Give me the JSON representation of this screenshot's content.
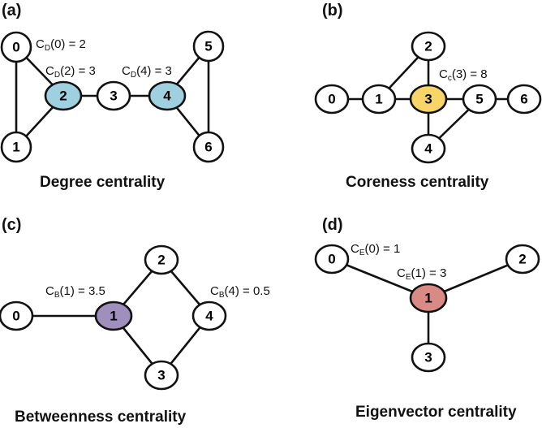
{
  "colors": {
    "degree": "#9fd0e0",
    "coreness": "#f7d568",
    "betweenness": "#9f8fbd",
    "eigenvector": "#d98a84"
  },
  "panels": {
    "a": {
      "label": "(a)",
      "title": "Degree centrality",
      "nodes": [
        "0",
        "1",
        "2",
        "3",
        "4",
        "5",
        "6"
      ],
      "annotations": [
        {
          "sym": "C",
          "sub": "D",
          "arg": "(0) = 2"
        },
        {
          "sym": "C",
          "sub": "D",
          "arg": "(2) = 3"
        },
        {
          "sym": "C",
          "sub": "D",
          "arg": "(4) = 3"
        }
      ]
    },
    "b": {
      "label": "(b)",
      "title": "Coreness centrality",
      "nodes": [
        "0",
        "1",
        "2",
        "3",
        "4",
        "5",
        "6"
      ],
      "annotations": [
        {
          "sym": "C",
          "sub": "c",
          "arg": "(3) = 8"
        }
      ]
    },
    "c": {
      "label": "(c)",
      "title": "Betweenness centrality",
      "nodes": [
        "0",
        "1",
        "2",
        "3",
        "4"
      ],
      "annotations": [
        {
          "sym": "C",
          "sub": "B",
          "arg": "(1) = 3.5"
        },
        {
          "sym": "C",
          "sub": "B",
          "arg": "(4) = 0.5"
        }
      ]
    },
    "d": {
      "label": "(d)",
      "title": "Eigenvector centrality",
      "nodes": [
        "0",
        "1",
        "2",
        "3"
      ],
      "annotations": [
        {
          "sym": "C",
          "sub": "E",
          "arg": "(0) = 1"
        },
        {
          "sym": "C",
          "sub": "E",
          "arg": "(1) = 3"
        }
      ]
    }
  }
}
